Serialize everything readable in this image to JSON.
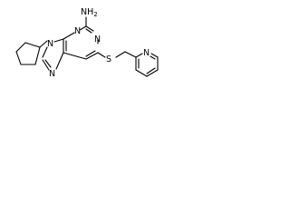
{
  "molecule": {
    "labels": {
      "amine": "NH2",
      "n1": "N",
      "n3": "N",
      "n7": "N",
      "n9": "N",
      "sulfur": "S",
      "pyridine_n": "N"
    }
  }
}
